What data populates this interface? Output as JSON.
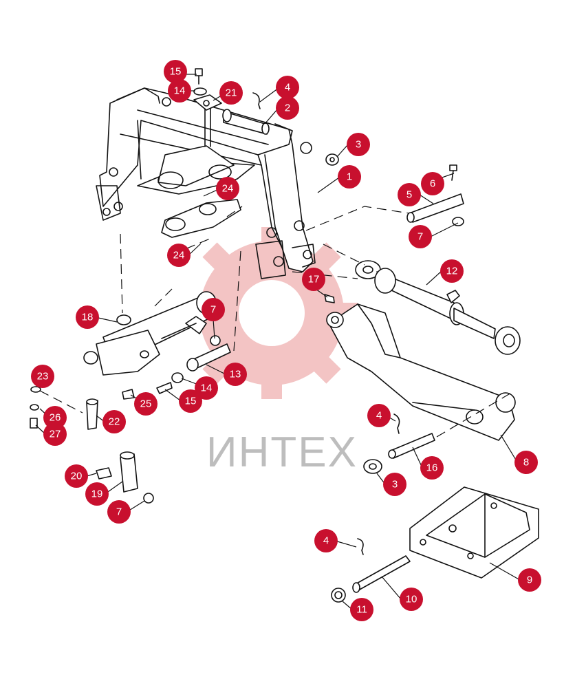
{
  "watermark": {
    "text": "ИНТЕХ",
    "color": "#f3c4c4"
  },
  "badge_color": "#c8102e",
  "callouts": [
    {
      "id": "c15a",
      "label": "15"
    },
    {
      "id": "c14a",
      "label": "14"
    },
    {
      "id": "c21",
      "label": "21"
    },
    {
      "id": "c4a",
      "label": "4"
    },
    {
      "id": "c2",
      "label": "2"
    },
    {
      "id": "c3a",
      "label": "3"
    },
    {
      "id": "c1",
      "label": "1"
    },
    {
      "id": "c6",
      "label": "6"
    },
    {
      "id": "c5",
      "label": "5"
    },
    {
      "id": "c24a",
      "label": "24"
    },
    {
      "id": "c7a",
      "label": "7"
    },
    {
      "id": "c24b",
      "label": "24"
    },
    {
      "id": "c12",
      "label": "12"
    },
    {
      "id": "c17",
      "label": "17"
    },
    {
      "id": "c7b",
      "label": "7"
    },
    {
      "id": "c18",
      "label": "18"
    },
    {
      "id": "c13",
      "label": "13"
    },
    {
      "id": "c23",
      "label": "23"
    },
    {
      "id": "c14b",
      "label": "14"
    },
    {
      "id": "c25",
      "label": "25"
    },
    {
      "id": "c15b",
      "label": "15"
    },
    {
      "id": "c26",
      "label": "26"
    },
    {
      "id": "c22",
      "label": "22"
    },
    {
      "id": "c27",
      "label": "27"
    },
    {
      "id": "c4b",
      "label": "4"
    },
    {
      "id": "c8",
      "label": "8"
    },
    {
      "id": "c16",
      "label": "16"
    },
    {
      "id": "c3b",
      "label": "3"
    },
    {
      "id": "c20",
      "label": "20"
    },
    {
      "id": "c19",
      "label": "19"
    },
    {
      "id": "c7c",
      "label": "7"
    },
    {
      "id": "c4c",
      "label": "4"
    },
    {
      "id": "c9",
      "label": "9"
    },
    {
      "id": "c10",
      "label": "10"
    },
    {
      "id": "c11",
      "label": "11"
    }
  ]
}
